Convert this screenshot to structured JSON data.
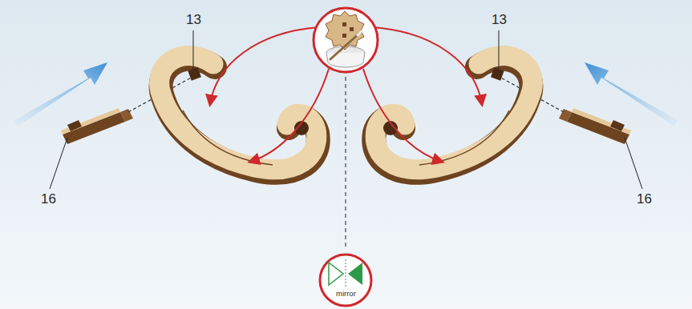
{
  "diagram": {
    "labels": [
      "13",
      "13",
      "16",
      "16",
      "mirror"
    ]
  }
}
